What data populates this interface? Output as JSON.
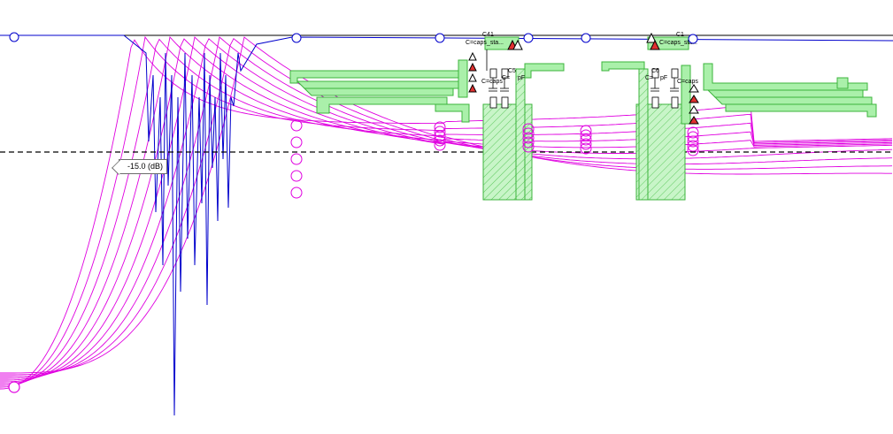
{
  "marker": {
    "value": "-15.0",
    "unit": "(dB)"
  },
  "schematic": {
    "left_cap_labels": [
      "C41",
      "C=caps_sta...",
      "C5",
      "C=",
      "pF",
      "C=caps"
    ],
    "right_cap_labels": [
      "C1",
      "C=caps_sta...",
      "C6",
      "C=",
      "pF",
      "C=caps"
    ]
  },
  "colors": {
    "sweep_traces": "#e000e0",
    "measured_trace": "#0000cc",
    "reference_line": "#000000",
    "layout_fill": "#aaf0aa",
    "layout_outline": "#3cb43c"
  }
}
